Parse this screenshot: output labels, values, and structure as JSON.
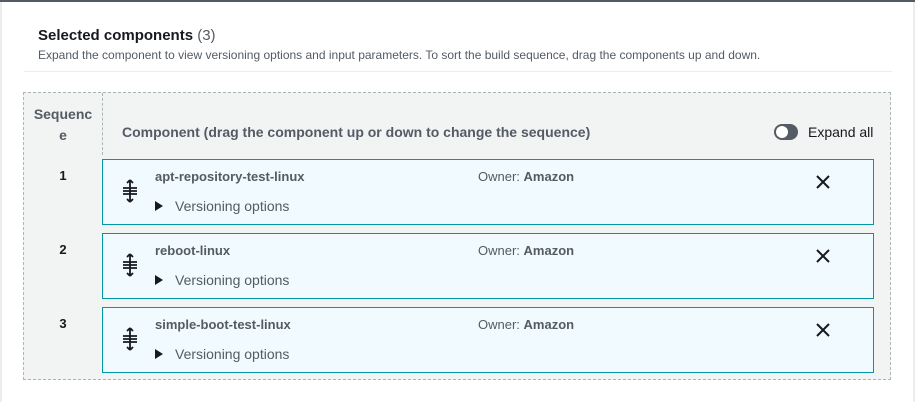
{
  "section": {
    "title": "Selected components",
    "count": "(3)",
    "description": "Expand the component to view versioning options and input parameters. To sort the build sequence, drag the components up and down."
  },
  "table": {
    "sequence_header_line1": "Sequenc",
    "sequence_header_line2": "e",
    "component_header": "Component (drag the component up or down to change the sequence)",
    "expand_all_label": "Expand all",
    "expand_all_on": false
  },
  "components": [
    {
      "seq": "1",
      "name": "apt-repository-test-linux",
      "owner_label": "Owner:",
      "owner": "Amazon",
      "versioning": "Versioning options"
    },
    {
      "seq": "2",
      "name": "reboot-linux",
      "owner_label": "Owner:",
      "owner": "Amazon",
      "versioning": "Versioning options"
    },
    {
      "seq": "3",
      "name": "simple-boot-test-linux",
      "owner_label": "Owner:",
      "owner": "Amazon",
      "versioning": "Versioning options"
    }
  ],
  "icons": {
    "drag": "drag-handle-icon",
    "remove": "close-icon",
    "expand": "caret-right-icon"
  },
  "colors": {
    "card_border": "#0097a7",
    "card_bg": "#f1faff",
    "text": "#16191f",
    "muted": "#545b64"
  }
}
